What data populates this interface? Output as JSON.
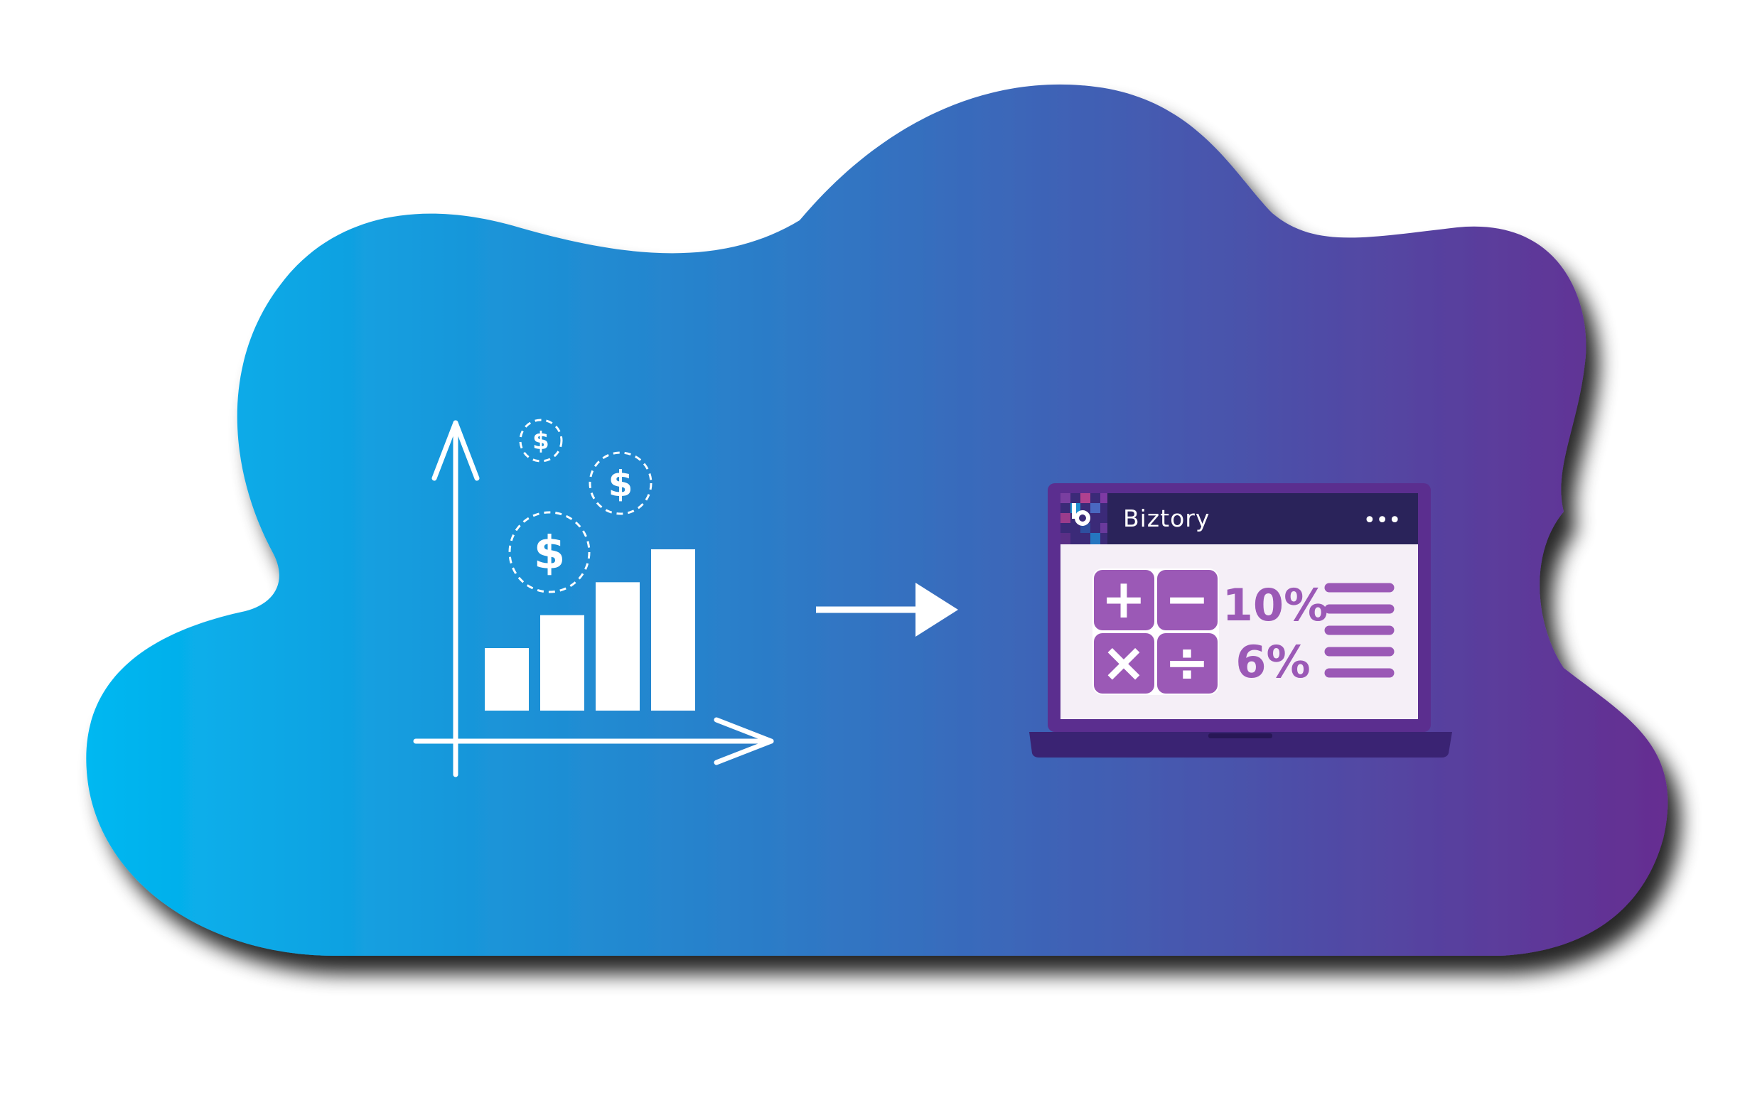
{
  "laptop": {
    "app_name": "Biztory",
    "menu_dots": "•••"
  },
  "calculator": {
    "plus": "+",
    "minus": "−",
    "times": "×",
    "divide": "÷"
  },
  "percentages": [
    "10%",
    "6%"
  ],
  "coins": [
    "$",
    "$",
    "$"
  ],
  "colors": {
    "gradient_start": "#00b8f1",
    "gradient_end": "#662d91",
    "laptop_frame": "#5b2e8f",
    "laptop_header": "#2a235a",
    "screen_bg": "#f5eff7",
    "accent_purple": "#9b59b6",
    "white": "#ffffff"
  },
  "chart_data": {
    "type": "bar",
    "categories": [
      "",
      "",
      "",
      ""
    ],
    "values": [
      2,
      3,
      4,
      5
    ],
    "title": "",
    "xlabel": "",
    "ylabel": "",
    "ylim": [
      0,
      6
    ]
  }
}
